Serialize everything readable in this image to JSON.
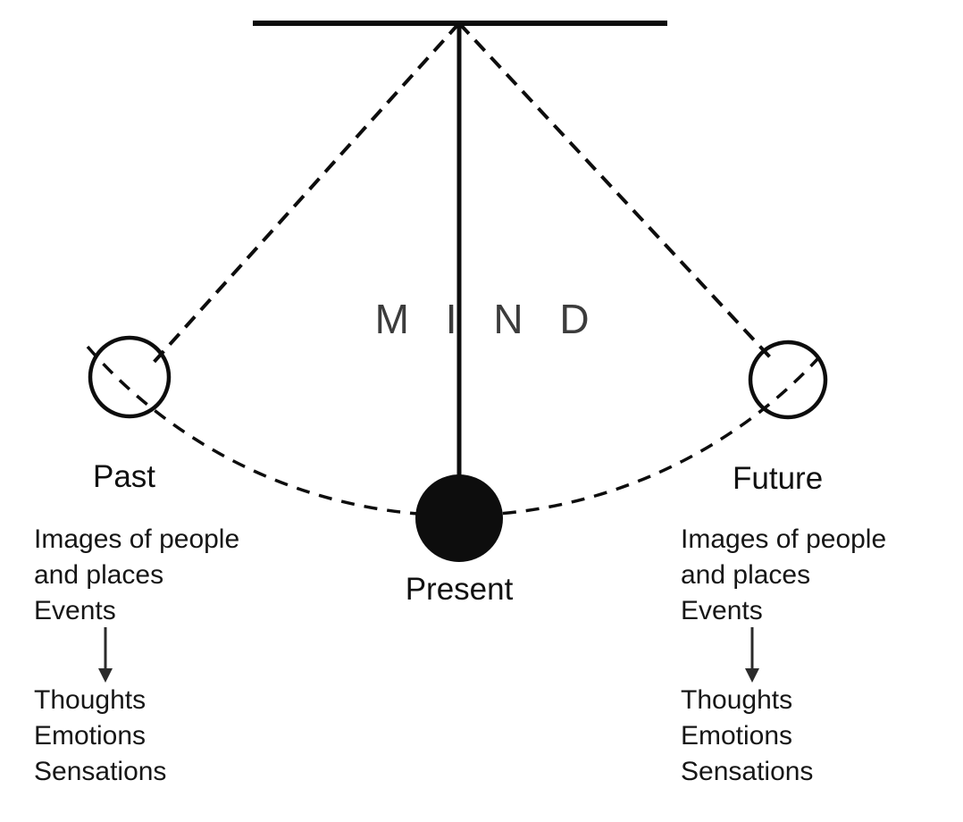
{
  "labels": {
    "mind": "M I N D",
    "past": "Past",
    "present": "Present",
    "future": "Future"
  },
  "left_block": {
    "source_lines": [
      "Images of people",
      "and places",
      "Events"
    ],
    "result_lines": [
      "Thoughts",
      "Emotions",
      "Sensations"
    ]
  },
  "right_block": {
    "source_lines": [
      "Images of people",
      "and places",
      "Events"
    ],
    "result_lines": [
      "Thoughts",
      "Emotions",
      "Sensations"
    ]
  },
  "colors": {
    "ink": "#0d0d0d",
    "mind_text": "#3c3c3c",
    "background": "#ffffff"
  }
}
